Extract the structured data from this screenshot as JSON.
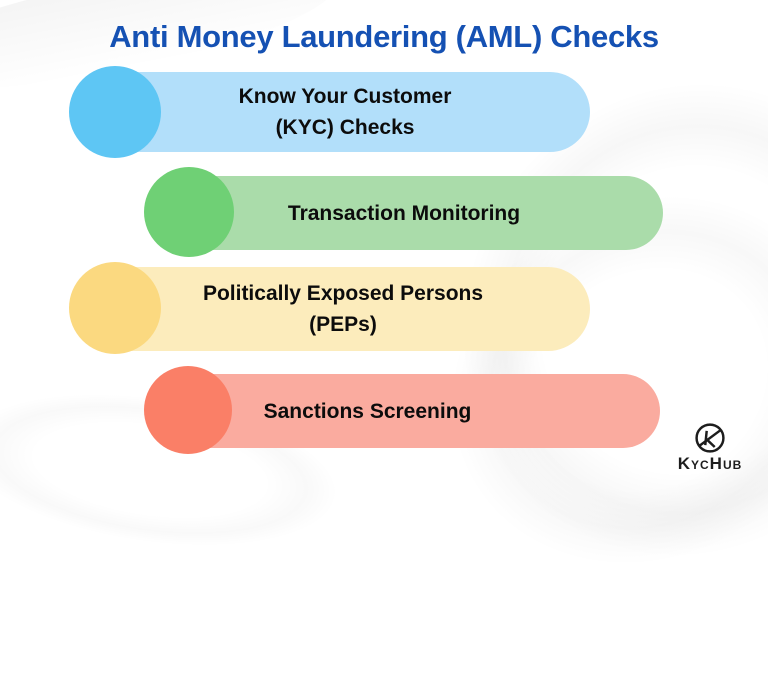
{
  "title": {
    "text": "Anti Money Laundering (AML) Checks",
    "color": "#1551b3"
  },
  "items": [
    {
      "label_line1": "Know Your Customer",
      "label_line2": "(KYC) Checks",
      "bar_color": "#b2dffa",
      "circle_color": "#5ec6f4"
    },
    {
      "label_line1": "Transaction Monitoring",
      "label_line2": "",
      "bar_color": "#aadcaa",
      "circle_color": "#6fd075"
    },
    {
      "label_line1": "Politically Exposed Persons",
      "label_line2": "(PEPs)",
      "bar_color": "#fcecbc",
      "circle_color": "#fbd980"
    },
    {
      "label_line1": "Sanctions Screening",
      "label_line2": "",
      "bar_color": "#faab9f",
      "circle_color": "#fa7f67"
    }
  ],
  "logo": {
    "text": "KycHub",
    "color": "#1d1d1d",
    "icon": "k-in-circle-icon"
  }
}
